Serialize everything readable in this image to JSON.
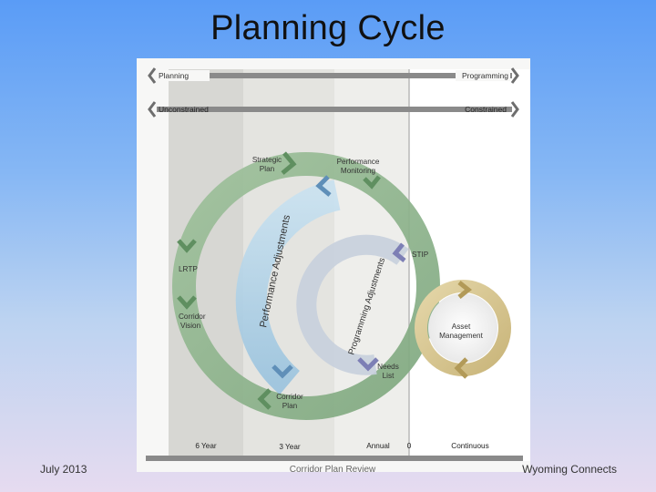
{
  "slide": {
    "title": "Planning Cycle",
    "footer_left": "July 2013",
    "footer_center": "Corridor Plan Review",
    "footer_right": "Wyoming Connects"
  },
  "diagram": {
    "top_arrow": {
      "left": "Planning",
      "right": "Programming"
    },
    "second_arrow": {
      "left": "Unconstrained",
      "right": "Constrained"
    },
    "nodes": {
      "strategic_plan": [
        "Strategic",
        "Plan"
      ],
      "performance_monitoring": [
        "Performance",
        "Monitoring"
      ],
      "lrtp": "LRTP",
      "corridor_vision": [
        "Corridor",
        "Vision"
      ],
      "corridor_plan": [
        "Corridor",
        "Plan"
      ],
      "stip": "STIP",
      "needs_list": [
        "Needs",
        "List"
      ],
      "asset_management": [
        "Asset",
        "Management"
      ]
    },
    "arc_labels": {
      "performance_adjustments": "Performance Adjustments",
      "programming_adjustments": "Programming Adjustments"
    },
    "timeline": {
      "six_year": "6 Year",
      "three_year": "3 Year",
      "annual": "Annual",
      "zero": "0",
      "continuous": "Continuous"
    },
    "colors": {
      "green_arc": "#8fb38e",
      "blue_arc": "#a9cde4",
      "gold_ring": "#d7c797",
      "zone_dark": "#d7d7d3",
      "zone_mid": "#e4e4e0",
      "zone_light": "#efefec",
      "bar_grey": "#8a8a8a"
    }
  }
}
